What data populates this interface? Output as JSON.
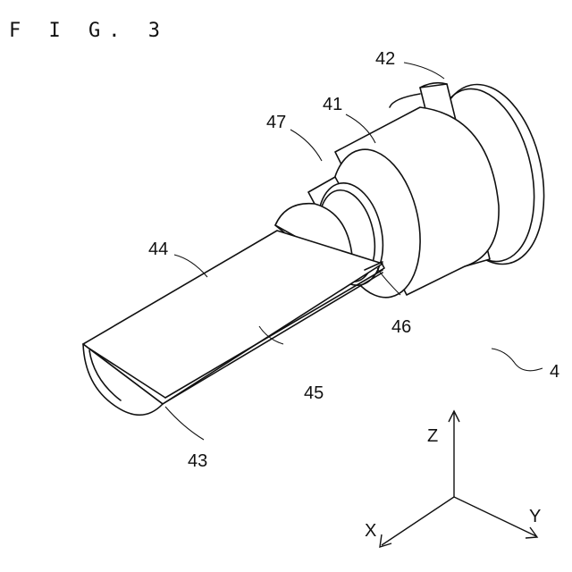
{
  "figure": {
    "title": "F I G. 3"
  },
  "labels": {
    "r41": "41",
    "r42": "42",
    "r43": "43",
    "r44": "44",
    "r45": "45",
    "r46": "46",
    "r47": "47",
    "r4": "4"
  },
  "axes": {
    "x": "X",
    "y": "Y",
    "z": "Z"
  }
}
